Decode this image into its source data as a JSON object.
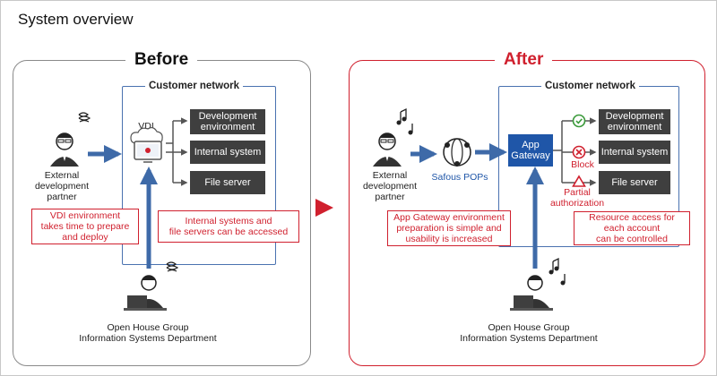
{
  "title": "System overview",
  "before": {
    "heading": "Before",
    "network_label": "Customer network",
    "partner_label": "External\ndevelopment\npartner",
    "vdi_label": "VDI",
    "destinations": [
      "Development\nenvironment",
      "Internal system",
      "File server"
    ],
    "callout_left": "VDI environment\ntakes time to prepare\nand deploy",
    "callout_right": "Internal systems and\nfile servers can be accessed",
    "department_label": "Open House Group\nInformation Systems Department"
  },
  "after": {
    "heading": "After",
    "network_label": "Customer network",
    "partner_label": "External\ndevelopment\npartner",
    "pops_label": "Safous POPs",
    "gateway_label": "App\nGateway",
    "destinations": [
      "Development\nenvironment",
      "Internal system",
      "File server"
    ],
    "block_label": "Block",
    "partial_label": "Partial\nauthorization",
    "callout_left": "App Gateway environment\npreparation is simple and\nusability is increased",
    "callout_right": "Resource access for\neach account\ncan be controlled",
    "department_label": "Open House Group\nInformation Systems Department"
  },
  "colors": {
    "accent_red": "#d0202e",
    "arrow_blue": "#3e6aa8",
    "dark_box": "#3f3f3f",
    "gateway_blue": "#1f56a8",
    "check_green": "#3a9a3a"
  }
}
